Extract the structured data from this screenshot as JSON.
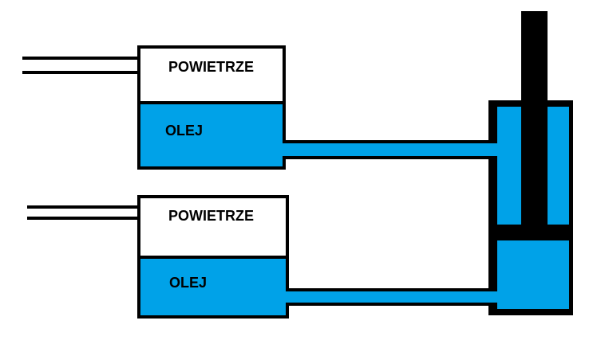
{
  "tank_top": {
    "air_label": "POWIETRZE",
    "oil_label": "OLEJ"
  },
  "tank_bottom": {
    "air_label": "POWIETRZE",
    "oil_label": "OLEJ"
  },
  "colors": {
    "oil": "#00a2e8",
    "air": "#ffffff",
    "outline": "#000000",
    "rod": "#000000"
  }
}
